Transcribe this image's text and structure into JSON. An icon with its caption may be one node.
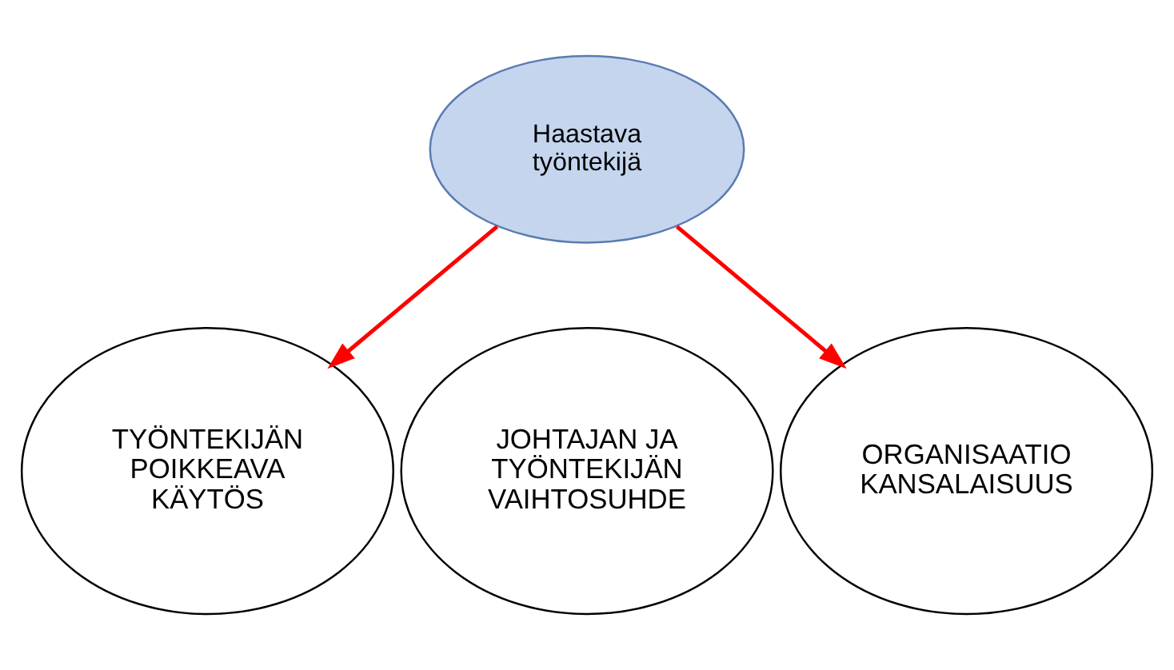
{
  "diagram": {
    "nodes": [
      {
        "text": [
          "Haastava työntekijä"
        ]
      },
      {
        "text": [
          "TYÖNTEKIJÄN POIKKEAVA KÄYTÖS"
        ]
      },
      {
        "text": [
          "JOHTAJAN JA TYÖNTEKIJÄN VAIHTOSUHDE"
        ]
      },
      {
        "text": [
          "ORGANISAATIO KANSALAISUUS"
        ]
      }
    ],
    "edges": [
      {
        "from": 0,
        "to": 1,
        "arrow": "to",
        "color": "#ff0000"
      },
      {
        "from": 0,
        "to": 3,
        "arrow": "to",
        "color": "#ff0000"
      }
    ]
  }
}
